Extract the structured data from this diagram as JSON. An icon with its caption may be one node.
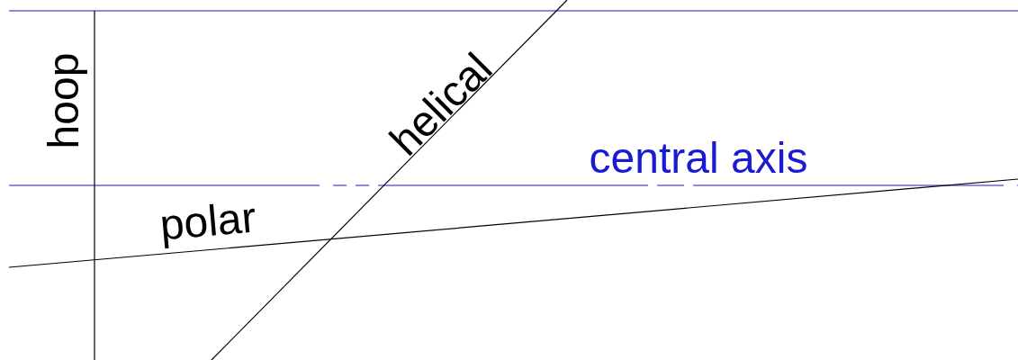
{
  "diagram": {
    "labels": [
      "hoop",
      "helical",
      "central axis",
      "polar"
    ]
  }
}
